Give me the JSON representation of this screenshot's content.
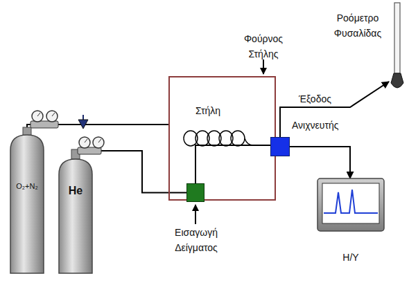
{
  "diagram": {
    "nodes": [
      {
        "text": [
          "Ροόμετρο Φυσαλίδας"
        ]
      },
      {
        "text": [
          "Φούρνος Στήλης"
        ]
      },
      {
        "text": [
          "O₂+N₂"
        ]
      },
      {
        "text": [
          "Ανιχνευτής"
        ]
      },
      {
        "text": [
          "He"
        ]
      },
      {
        "text": [
          "Η/Υ"
        ]
      },
      {
        "text": [
          "Εισαγωγή Δείγματος"
        ]
      }
    ],
    "edges": [
      {
        "from": 2,
        "to": 1,
        "arrow": "none"
      },
      {
        "from": 4,
        "to": 6,
        "arrow": "none"
      },
      {
        "from": 6,
        "to": 3,
        "arrow": "none"
      },
      {
        "from": 3,
        "to": 0,
        "arrow": "to",
        "label": "Έξοδος"
      },
      {
        "from": 3,
        "to": 5,
        "arrow": "to"
      }
    ],
    "labels": [
      "Στήλη"
    ]
  }
}
